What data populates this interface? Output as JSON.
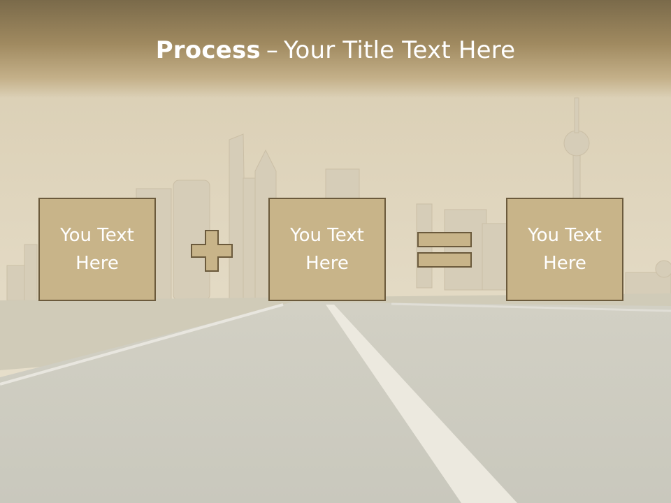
{
  "slide": {
    "title_bold": "Process",
    "title_separator": "–",
    "title_rest": "Your Title Text Here"
  },
  "process": {
    "boxes": [
      {
        "text": "You Text\nHere"
      },
      {
        "text": "You Text\nHere"
      },
      {
        "text": "You Text\nHere"
      }
    ],
    "operators": [
      "plus-icon",
      "equals-icon"
    ]
  },
  "colors": {
    "box_fill": "#c8b489",
    "box_border": "#6b5a3c",
    "title_band": "#9e8a60",
    "text": "#ffffff"
  }
}
